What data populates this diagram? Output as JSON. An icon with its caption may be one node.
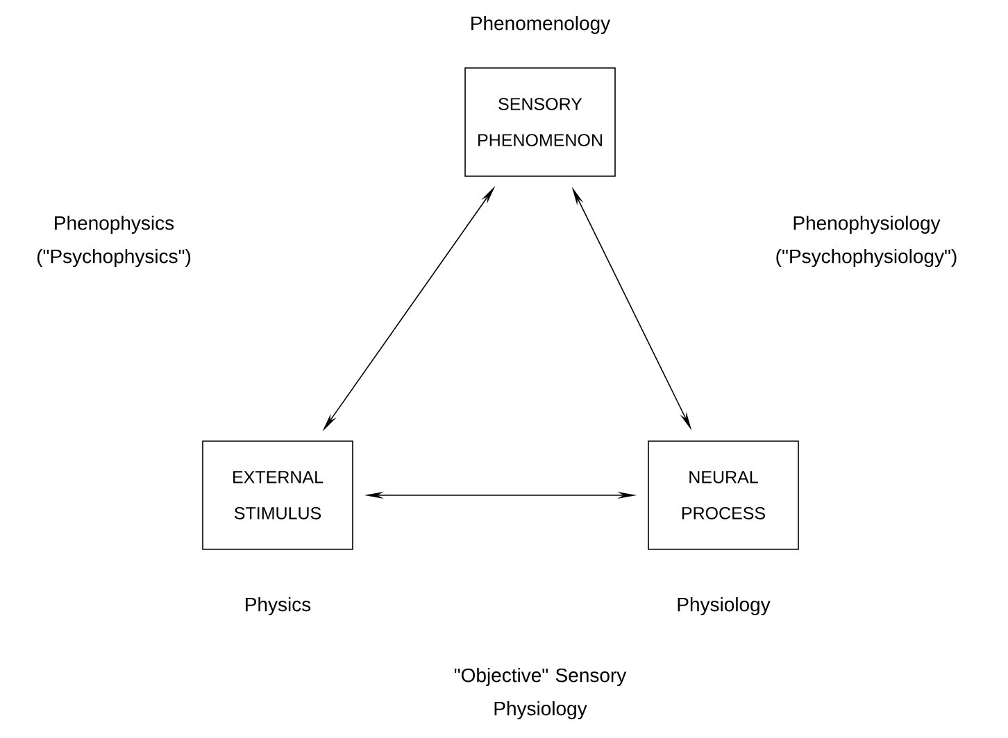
{
  "diagram": {
    "nodes": [
      {
        "text": [
          "SENSORY PHENOMENON"
        ],
        "beside": [
          "Phenomenology"
        ]
      },
      {
        "text": [
          "EXTERNAL STIMULUS"
        ],
        "beside": [
          "Physics"
        ]
      },
      {
        "text": [
          "NEURAL PROCESS"
        ],
        "beside": [
          "Physiology"
        ]
      }
    ],
    "edges": [
      {
        "from": 0,
        "to": 1,
        "arrow": "both"
      },
      {
        "from": 0,
        "to": 2,
        "arrow": "both"
      },
      {
        "from": 1,
        "to": 2,
        "arrow": "both"
      }
    ],
    "labels": [
      "Phenophysics (\"Psychophysics\")",
      "Phenophysiology (\"Psychophysiology\")",
      "\"Objective\" Sensory Physiology"
    ]
  }
}
